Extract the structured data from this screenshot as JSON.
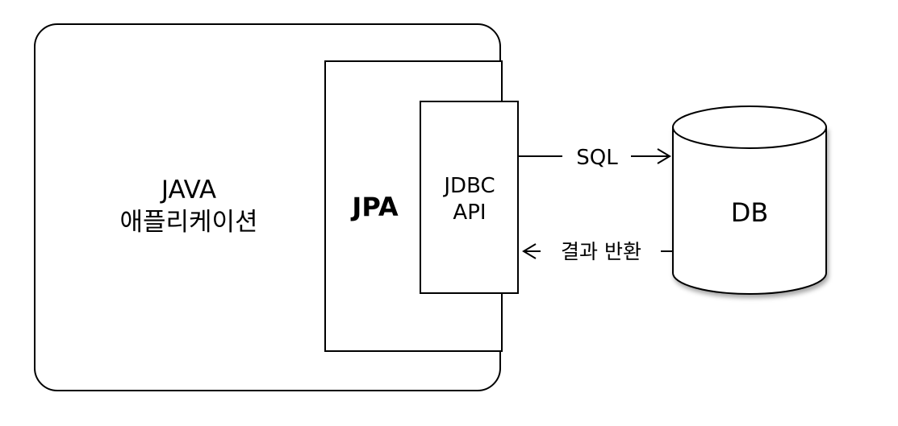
{
  "java_app": {
    "title_line1": "JAVA",
    "title_line2": "애플리케이션"
  },
  "jpa": {
    "label": "JPA"
  },
  "jdbc_api": {
    "label_line1": "JDBC",
    "label_line2": "API"
  },
  "database": {
    "label": "DB"
  },
  "arrows": {
    "request_label": "SQL",
    "response_label": "결과 반환"
  },
  "colors": {
    "stroke": "#000000",
    "fill": "#ffffff",
    "text": "#000000"
  }
}
